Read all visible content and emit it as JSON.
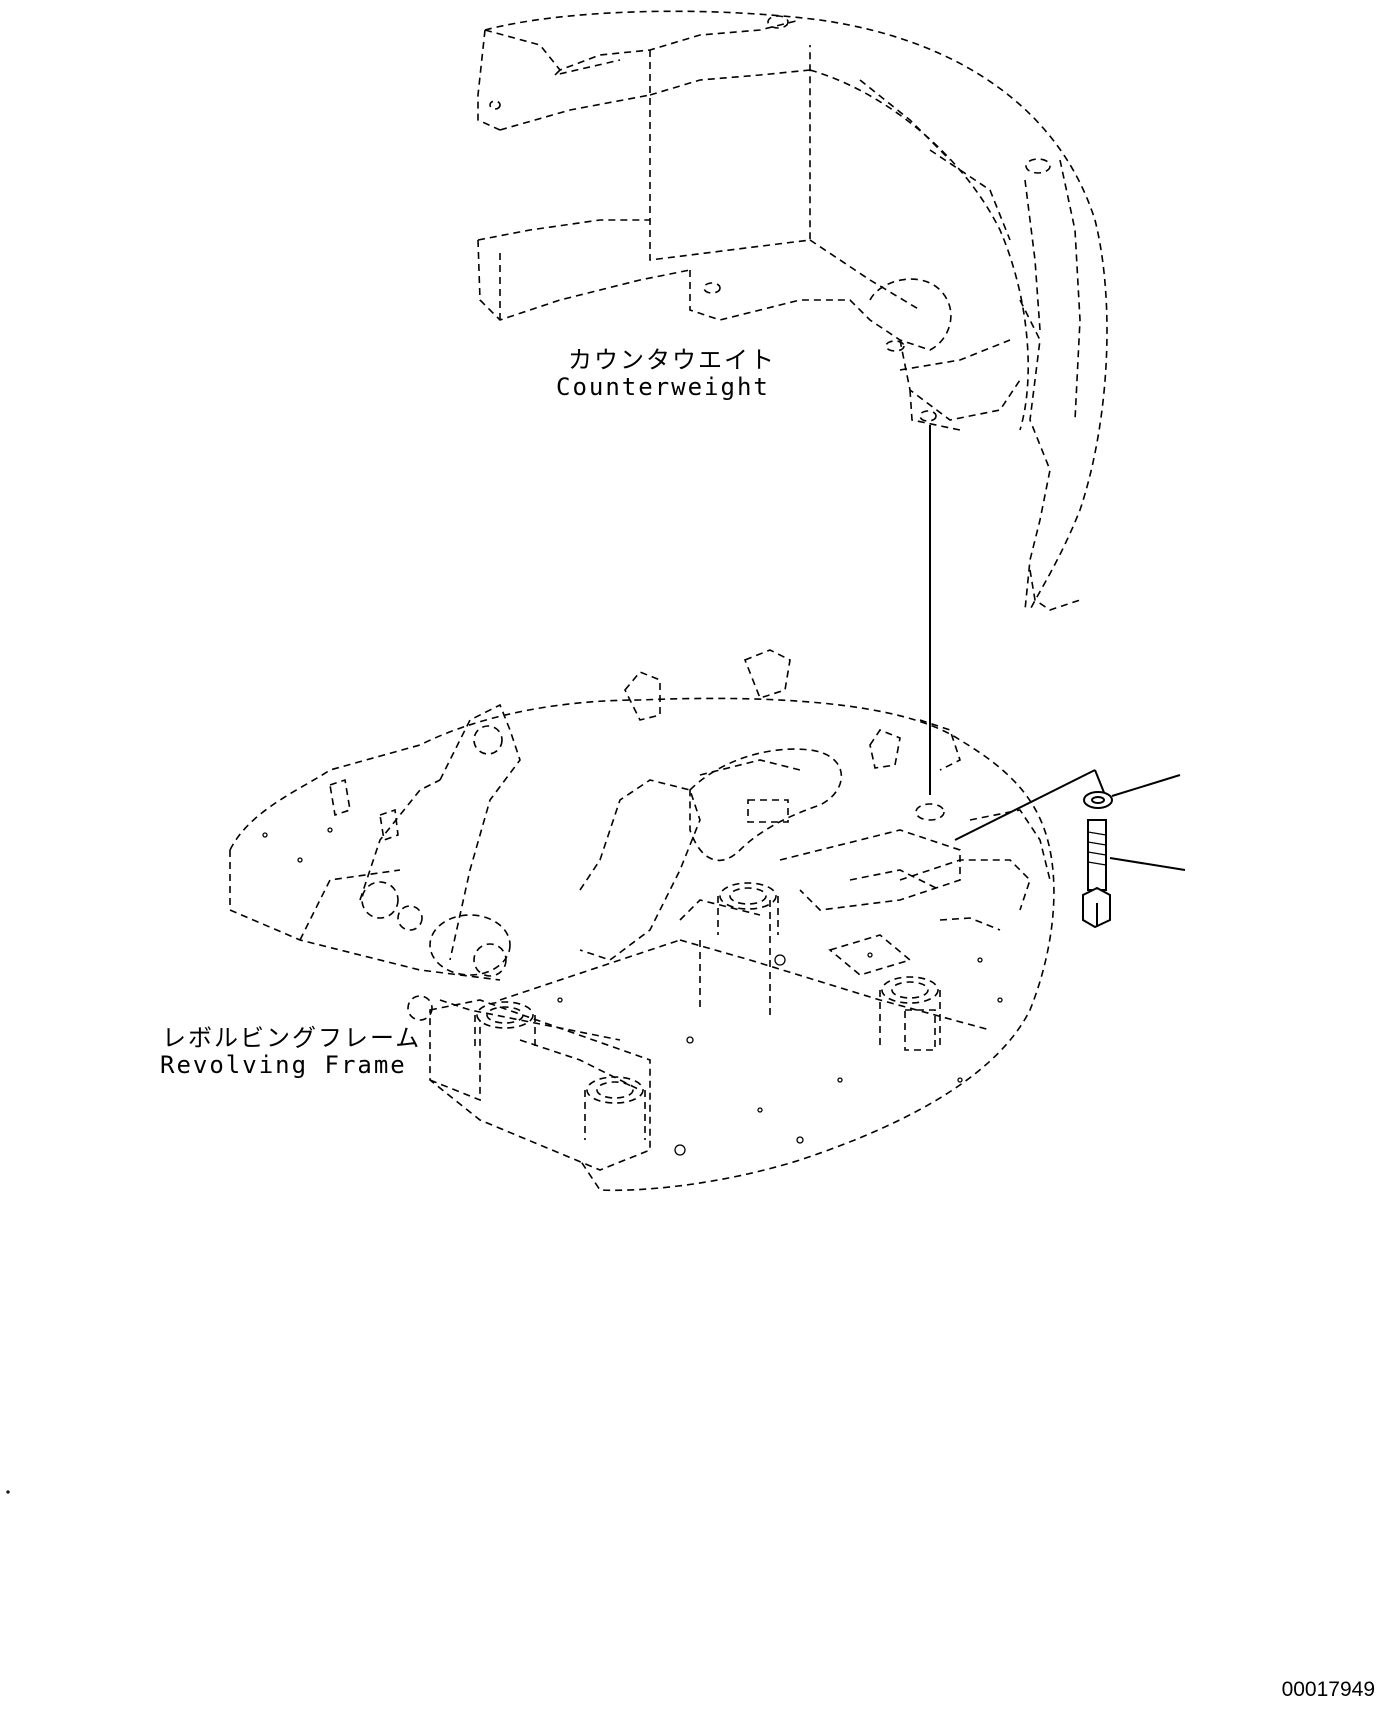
{
  "labels": {
    "counterweight": {
      "jp": "カウンタウエイト",
      "en": "Counterweight"
    },
    "revolving_frame": {
      "jp": "レボルビングフレーム",
      "en": "Revolving Frame"
    }
  },
  "figure_number": "00017949",
  "icons": [
    "counterweight-part",
    "revolving-frame-part",
    "washer-part",
    "bolt-part"
  ]
}
